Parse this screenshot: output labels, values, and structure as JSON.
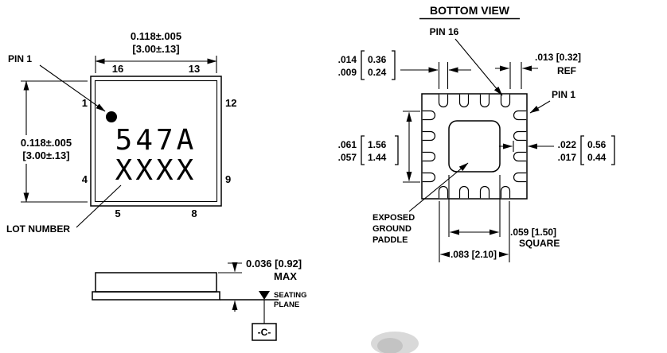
{
  "top_view": {
    "pin1_label": "PIN 1",
    "lot_label": "LOT NUMBER",
    "marking_line1": "547A",
    "marking_line2": "XXXX",
    "dim_width_in": "0.118±.005",
    "dim_width_mm": "[3.00±.13]",
    "dim_height_in": "0.118±.005",
    "dim_height_mm": "[3.00±.13]",
    "pin_top_left": "16",
    "pin_top_right": "13",
    "pin_left_top": "1",
    "pin_left_bottom": "4",
    "pin_right_top": "12",
    "pin_right_bottom": "9",
    "pin_bottom_left": "5",
    "pin_bottom_right": "8"
  },
  "side_view": {
    "dim_height": "0.036 [0.92]",
    "dim_height_qualifier": "MAX",
    "seating_line1": "SEATING",
    "seating_line2": "PLANE",
    "datum_label": "-C-"
  },
  "bottom_view": {
    "title": "BOTTOM VIEW",
    "pin16_label": "PIN 16",
    "pin1_label": "PIN 1",
    "dim_lead_width": {
      "in_max": ".014",
      "in_min": ".009",
      "mm_max": "0.36",
      "mm_min": "0.24"
    },
    "dim_lead_gap": {
      "value": ".013 [0.32]",
      "qualifier": "REF"
    },
    "dim_lead_length": {
      "in_max": ".022",
      "in_min": ".017",
      "mm_max": "0.56",
      "mm_min": "0.44"
    },
    "dim_lead_row": {
      "in_max": ".061",
      "in_min": ".057",
      "mm_max": "1.56",
      "mm_min": "1.44"
    },
    "dim_paddle": {
      "value": ".059 [1.50]",
      "qualifier": "SQUARE"
    },
    "dim_lead_span": ".083 [2.10]",
    "paddle_label_line1": "EXPOSED",
    "paddle_label_line2": "GROUND",
    "paddle_label_line3": "PADDLE"
  }
}
